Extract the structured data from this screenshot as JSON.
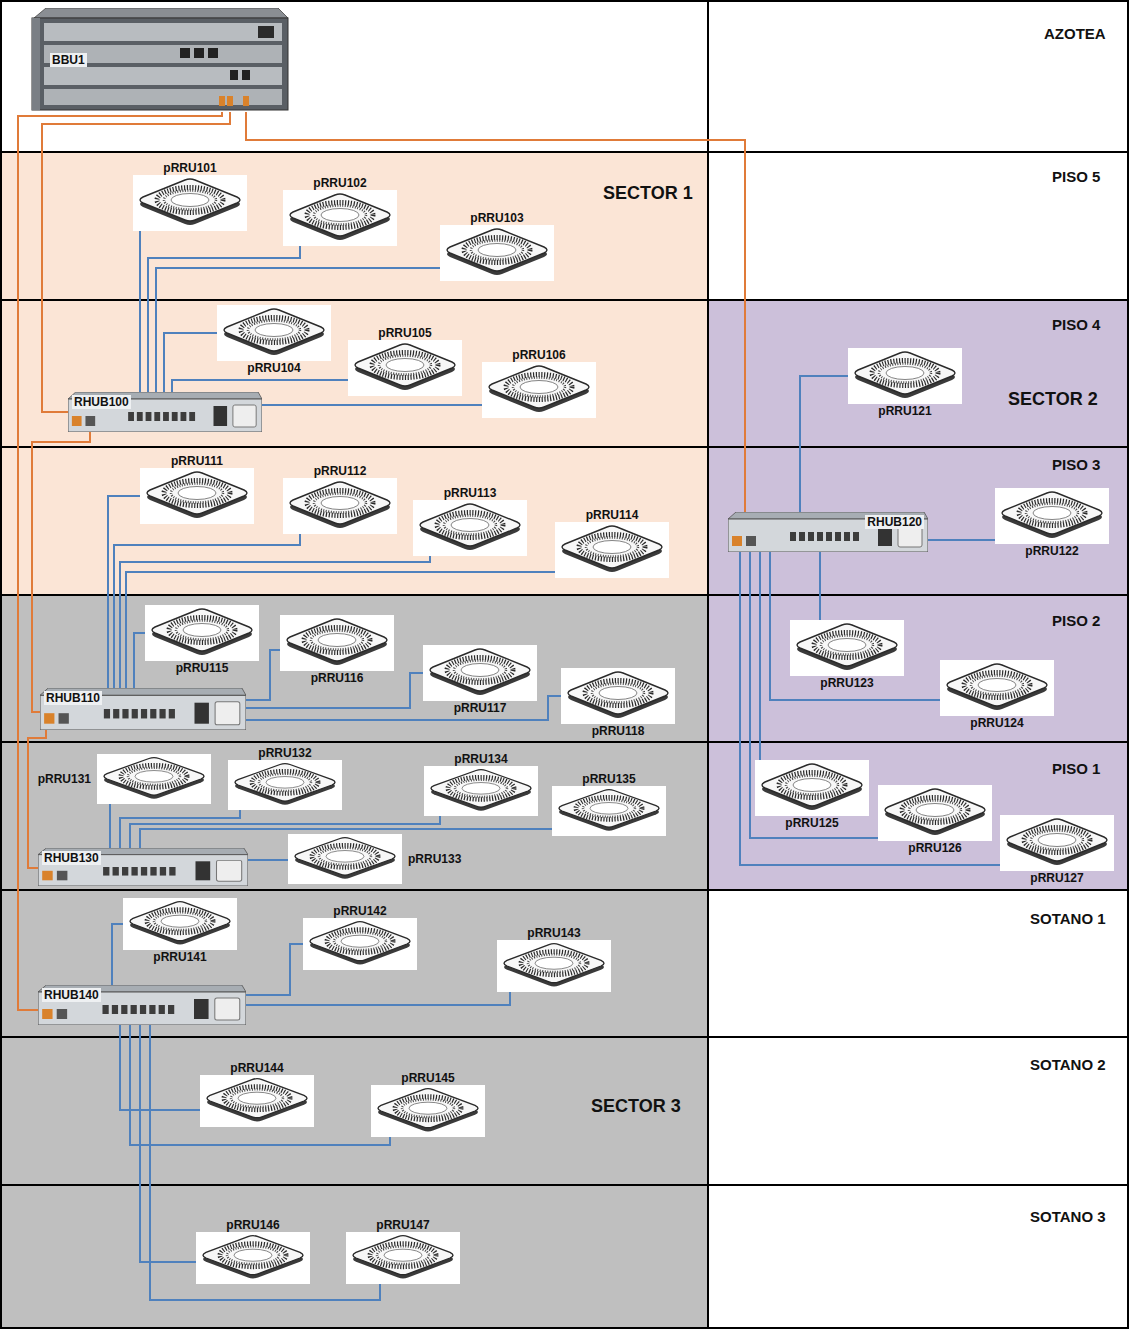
{
  "diagram": {
    "nodes": [
      {
        "text": [
          "BBU1"
        ]
      },
      {
        "text": [
          "SECTOR 1"
        ]
      },
      {
        "text": [
          "pRRU101"
        ],
        "in": 1
      },
      {
        "text": [
          "pRRU102"
        ],
        "in": 1
      },
      {
        "text": [
          "pRRU103"
        ],
        "in": 1
      },
      {
        "text": [
          "pRRU104"
        ],
        "in": 1
      },
      {
        "text": [
          "pRRU105"
        ],
        "in": 1
      },
      {
        "text": [
          "pRRU106"
        ],
        "in": 1
      },
      {
        "text": [
          "RHUB100"
        ],
        "in": 1
      },
      {
        "text": [
          "pRRU111"
        ],
        "in": 1
      },
      {
        "text": [
          "pRRU112"
        ],
        "in": 1
      },
      {
        "text": [
          "pRRU113"
        ],
        "in": 1
      },
      {
        "text": [
          "pRRU114"
        ],
        "in": 1
      },
      {
        "text": [
          "SECTOR 2"
        ]
      },
      {
        "text": [
          "pRRU121"
        ],
        "in": 13
      },
      {
        "text": [
          "RHUB120"
        ],
        "in": 13
      },
      {
        "text": [
          "pRRU122"
        ],
        "in": 13
      },
      {
        "text": [
          "pRRU123"
        ],
        "in": 13
      },
      {
        "text": [
          "pRRU124"
        ],
        "in": 13
      },
      {
        "text": [
          "pRRU125"
        ],
        "in": 13
      },
      {
        "text": [
          "pRRU126"
        ],
        "in": 13
      },
      {
        "text": [
          "pRRU127"
        ],
        "in": 13
      },
      {
        "text": [
          "SECTOR 3"
        ]
      },
      {
        "text": [
          "pRRU115"
        ],
        "in": 22
      },
      {
        "text": [
          "pRRU116"
        ],
        "in": 22
      },
      {
        "text": [
          "pRRU117"
        ],
        "in": 22
      },
      {
        "text": [
          "pRRU118"
        ],
        "in": 22
      },
      {
        "text": [
          "RHUB110"
        ],
        "in": 22
      },
      {
        "text": [
          "pRRU131"
        ],
        "in": 22
      },
      {
        "text": [
          "pRRU132"
        ],
        "in": 22
      },
      {
        "text": [
          "pRRU134"
        ],
        "in": 22
      },
      {
        "text": [
          "pRRU135"
        ],
        "in": 22
      },
      {
        "text": [
          "RHUB130"
        ],
        "in": 22
      },
      {
        "text": [
          "pRRU133"
        ],
        "in": 22
      },
      {
        "text": [
          "pRRU141"
        ],
        "in": 22
      },
      {
        "text": [
          "pRRU142"
        ],
        "in": 22
      },
      {
        "text": [
          "pRRU143"
        ],
        "in": 22
      },
      {
        "text": [
          "RHUB140"
        ],
        "in": 22
      },
      {
        "text": [
          "pRRU144"
        ],
        "in": 22
      },
      {
        "text": [
          "pRRU145"
        ],
        "in": 22
      },
      {
        "text": [
          "pRRU146"
        ],
        "in": 22
      },
      {
        "text": [
          "pRRU147"
        ],
        "in": 22
      }
    ],
    "edges": [
      {
        "from": 0,
        "to": 8,
        "arrow": "none"
      },
      {
        "from": 0,
        "to": 15,
        "arrow": "none"
      },
      {
        "from": 0,
        "to": 37,
        "arrow": "none"
      },
      {
        "from": 8,
        "to": 27,
        "arrow": "none"
      },
      {
        "from": 27,
        "to": 32,
        "arrow": "none"
      },
      {
        "from": 8,
        "to": 2,
        "arrow": "none"
      },
      {
        "from": 8,
        "to": 3,
        "arrow": "none"
      },
      {
        "from": 8,
        "to": 4,
        "arrow": "none"
      },
      {
        "from": 8,
        "to": 5,
        "arrow": "none"
      },
      {
        "from": 8,
        "to": 6,
        "arrow": "none"
      },
      {
        "from": 8,
        "to": 7,
        "arrow": "none"
      },
      {
        "from": 27,
        "to": 9,
        "arrow": "none"
      },
      {
        "from": 27,
        "to": 10,
        "arrow": "none"
      },
      {
        "from": 27,
        "to": 11,
        "arrow": "none"
      },
      {
        "from": 27,
        "to": 12,
        "arrow": "none"
      },
      {
        "from": 27,
        "to": 23,
        "arrow": "none"
      },
      {
        "from": 27,
        "to": 24,
        "arrow": "none"
      },
      {
        "from": 27,
        "to": 25,
        "arrow": "none"
      },
      {
        "from": 27,
        "to": 26,
        "arrow": "none"
      },
      {
        "from": 15,
        "to": 14,
        "arrow": "none"
      },
      {
        "from": 15,
        "to": 16,
        "arrow": "none"
      },
      {
        "from": 15,
        "to": 17,
        "arrow": "none"
      },
      {
        "from": 15,
        "to": 18,
        "arrow": "none"
      },
      {
        "from": 15,
        "to": 19,
        "arrow": "none"
      },
      {
        "from": 15,
        "to": 20,
        "arrow": "none"
      },
      {
        "from": 15,
        "to": 21,
        "arrow": "none"
      },
      {
        "from": 32,
        "to": 28,
        "arrow": "none"
      },
      {
        "from": 32,
        "to": 29,
        "arrow": "none"
      },
      {
        "from": 32,
        "to": 33,
        "arrow": "none"
      },
      {
        "from": 32,
        "to": 30,
        "arrow": "none"
      },
      {
        "from": 32,
        "to": 31,
        "arrow": "none"
      },
      {
        "from": 37,
        "to": 34,
        "arrow": "none"
      },
      {
        "from": 37,
        "to": 35,
        "arrow": "none"
      },
      {
        "from": 37,
        "to": 36,
        "arrow": "none"
      },
      {
        "from": 37,
        "to": 38,
        "arrow": "none"
      },
      {
        "from": 37,
        "to": 39,
        "arrow": "none"
      },
      {
        "from": 37,
        "to": 40,
        "arrow": "none"
      },
      {
        "from": 37,
        "to": 41,
        "arrow": "none"
      }
    ],
    "labels": [
      "AZOTEA",
      "PISO 5",
      "PISO 4",
      "PISO 3",
      "PISO 2",
      "PISO 1",
      "SOTANO 1",
      "SOTANO 2",
      "SOTANO 3"
    ]
  }
}
